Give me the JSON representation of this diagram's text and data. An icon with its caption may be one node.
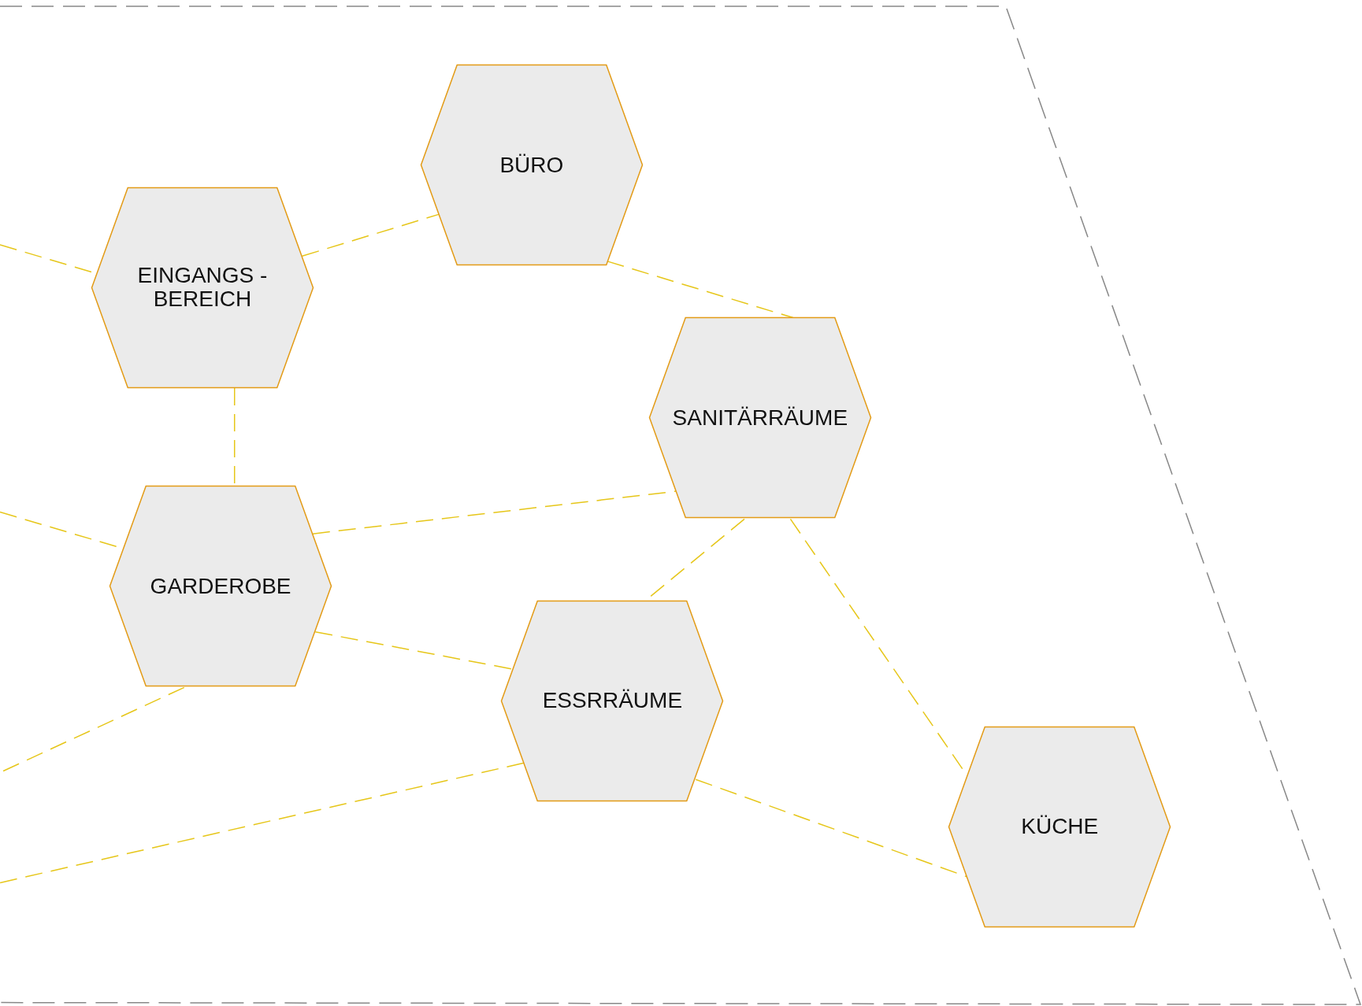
{
  "diagram": {
    "nodes": [
      {
        "text": [
          "BÜRO"
        ]
      },
      {
        "text": [
          "EINGANGS - BEREICH"
        ]
      },
      {
        "text": [
          "SANITÄRRÄUME"
        ]
      },
      {
        "text": [
          "GARDEROBE"
        ]
      },
      {
        "text": [
          "ESSRRÄUME"
        ]
      },
      {
        "text": [
          "KÜCHE"
        ]
      }
    ],
    "edges": [
      {
        "from": null,
        "to": 1,
        "arrow": "none",
        "style": "dashed"
      },
      {
        "from": 1,
        "to": 0,
        "arrow": "none",
        "style": "dashed"
      },
      {
        "from": 0,
        "to": 2,
        "arrow": "none",
        "style": "dashed"
      },
      {
        "from": 1,
        "to": 3,
        "arrow": "none",
        "style": "dashed"
      },
      {
        "from": null,
        "to": 3,
        "arrow": "none",
        "style": "dashed"
      },
      {
        "from": 3,
        "to": 2,
        "arrow": "none",
        "style": "dashed"
      },
      {
        "from": 2,
        "to": 4,
        "arrow": "none",
        "style": "dashed"
      },
      {
        "from": 2,
        "to": 5,
        "arrow": "none",
        "style": "dashed"
      },
      {
        "from": 3,
        "to": 4,
        "arrow": "none",
        "style": "dashed"
      },
      {
        "from": 3,
        "to": null,
        "arrow": "none",
        "style": "dashed"
      },
      {
        "from": 4,
        "to": null,
        "arrow": "none",
        "style": "dashed"
      },
      {
        "from": 4,
        "to": 5,
        "arrow": "none",
        "style": "dashed"
      }
    ]
  }
}
